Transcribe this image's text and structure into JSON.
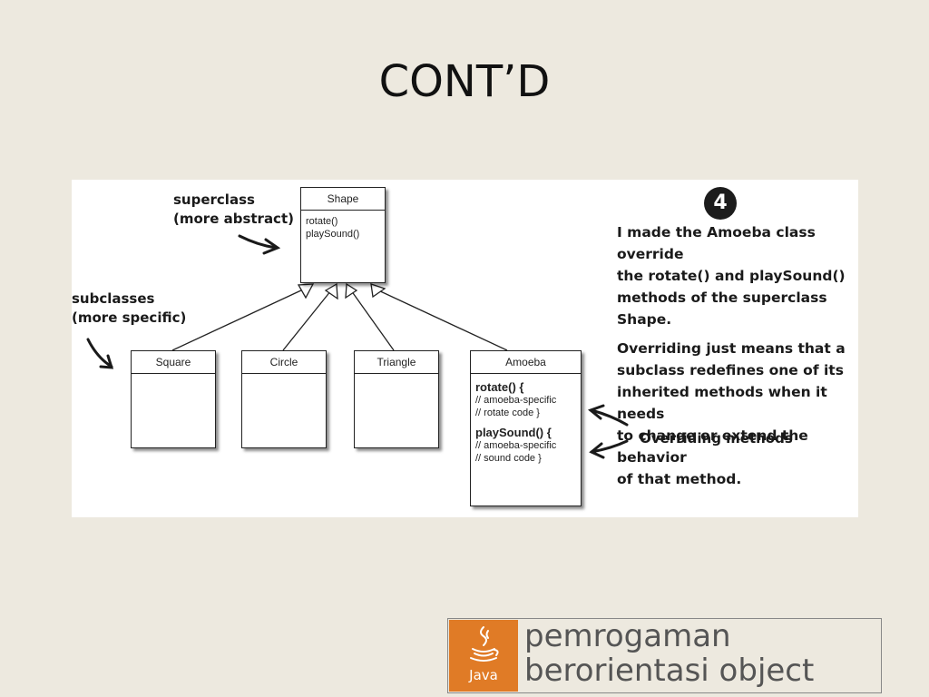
{
  "slide": {
    "title": "CONT’D"
  },
  "diagram": {
    "superclass": {
      "name": "Shape",
      "methods": [
        "rotate()",
        "playSound()"
      ]
    },
    "subclasses": [
      {
        "name": "Square"
      },
      {
        "name": "Circle"
      },
      {
        "name": "Triangle"
      },
      {
        "name": "Amoeba"
      }
    ],
    "amoeba": {
      "rotate_sig": "rotate() {",
      "rotate_comment_1": "// amoeba-specific",
      "rotate_comment_2": "// rotate code }",
      "playsound_sig": "playSound() {",
      "playsound_comment_1": "// amoeba-specific",
      "playsound_comment_2": "// sound code }"
    },
    "labels": {
      "superclass_1": "superclass",
      "superclass_2": "(more abstract)",
      "subclasses_1": "subclasses",
      "subclasses_2": "(more specific)",
      "overriding": "Overriding methods"
    },
    "badge": "4",
    "note": {
      "p1_1": "I made the Amoeba class override",
      "p1_2": "the rotate() and playSound()",
      "p1_3": "methods of the superclass Shape.",
      "p2_1": "Overriding just means that a",
      "p2_2": "subclass redefines one of its",
      "p2_3": "inherited methods when it needs",
      "p2_4": "to change or extend the behavior",
      "p2_5": "of that method."
    }
  },
  "logo": {
    "java_label": "Java",
    "line1": "pemrogaman",
    "line2": "berorientasi object",
    "accent_color": "#e07b26"
  }
}
